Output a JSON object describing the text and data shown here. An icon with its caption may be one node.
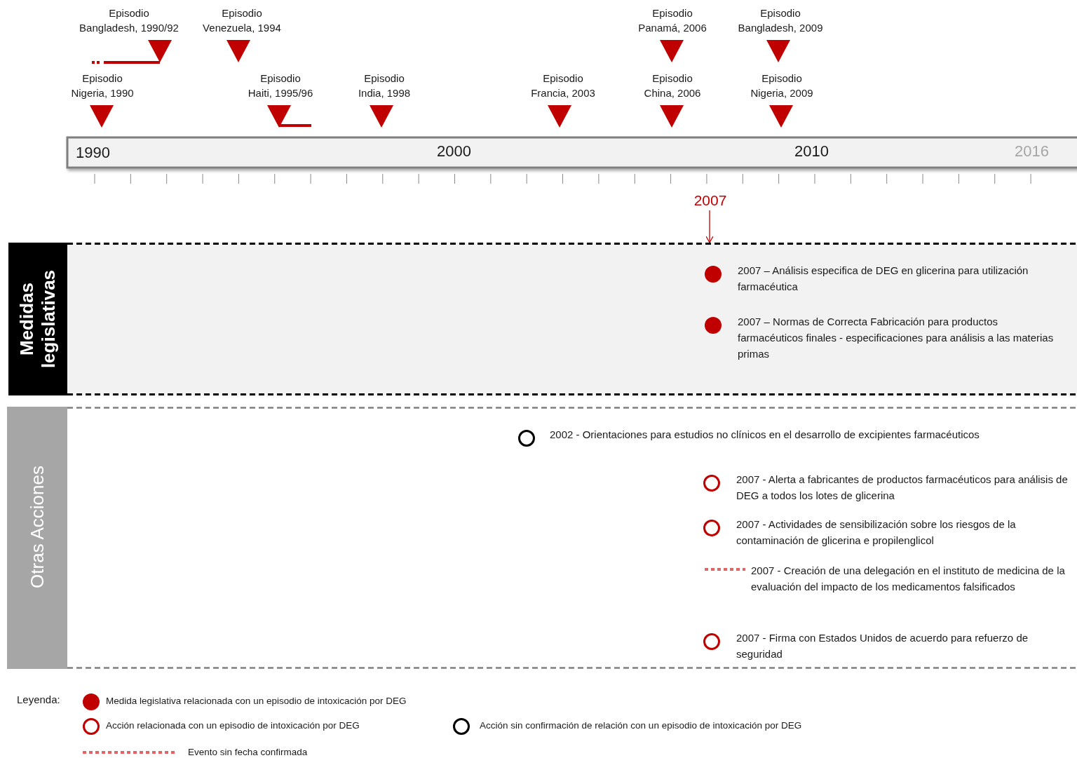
{
  "diagram": {
    "nodes": [
      {
        "text": [
          "Medidas legislativas"
        ]
      },
      {
        "text": [
          "2007 – Análisis especifica de DEG en glicerina para utilización farmacéutica"
        ],
        "in": 0
      },
      {
        "text": [
          "2007 – Normas de Correcta Fabricación para productos farmacéuticos finales - especificaciones para análisis a las materias primas"
        ],
        "in": 0
      },
      {
        "text": [
          "Otras Acciones"
        ]
      },
      {
        "text": [
          "2002 - Orientaciones para estudios no clínicos en el desarrollo de excipientes farmacéuticos"
        ],
        "in": 3
      },
      {
        "text": [
          "2007 - Alerta a fabricantes de productos farmacéuticos para análisis de DEG a todos los lotes de glicerina"
        ],
        "in": 3
      },
      {
        "text": [
          "2007 - Actividades de sensibilización sobre los riesgos de la contaminación de glicerina e propilenglicol"
        ],
        "in": 3
      },
      {
        "text": [
          "2007 - Creación de una delegación en el instituto de medicina de la evaluación del impacto de los medicamentos falsificados"
        ],
        "in": 3
      },
      {
        "text": [
          "2007 - Firma con Estados Unidos de acuerdo para refuerzo de seguridad"
        ],
        "in": 3
      },
      {
        "text": [
          "2007"
        ]
      }
    ],
    "edges": [
      {
        "from": 9,
        "to": 0,
        "arrow": "to"
      }
    ],
    "labels": [
      "Episodio Bangladesh, 1990/92",
      "Episodio Venezuela, 1994",
      "Episodio Panamá, 2006",
      "Episodio Bangladesh, 2009",
      "Episodio Nigeria, 1990",
      "Episodio Haiti, 1995/96",
      "Episodio India, 1998",
      "Episodio Francia, 2003",
      "Episodio China, 2006",
      "Episodio Nigeria, 2009",
      "1990",
      "2000",
      "2010",
      "2016",
      "Leyenda:"
    ],
    "legend": [
      {
        "text": "Medida legislativa relacionada con un episodio de intoxicación por DEG"
      },
      {
        "text": "Acción relacionada con un episodio de intoxicación por DEG"
      },
      {
        "text": "Acción sin confirmación de relación con un episodio de intoxicación por DEG"
      },
      {
        "text": "Evento sin fecha confirmada"
      }
    ]
  }
}
